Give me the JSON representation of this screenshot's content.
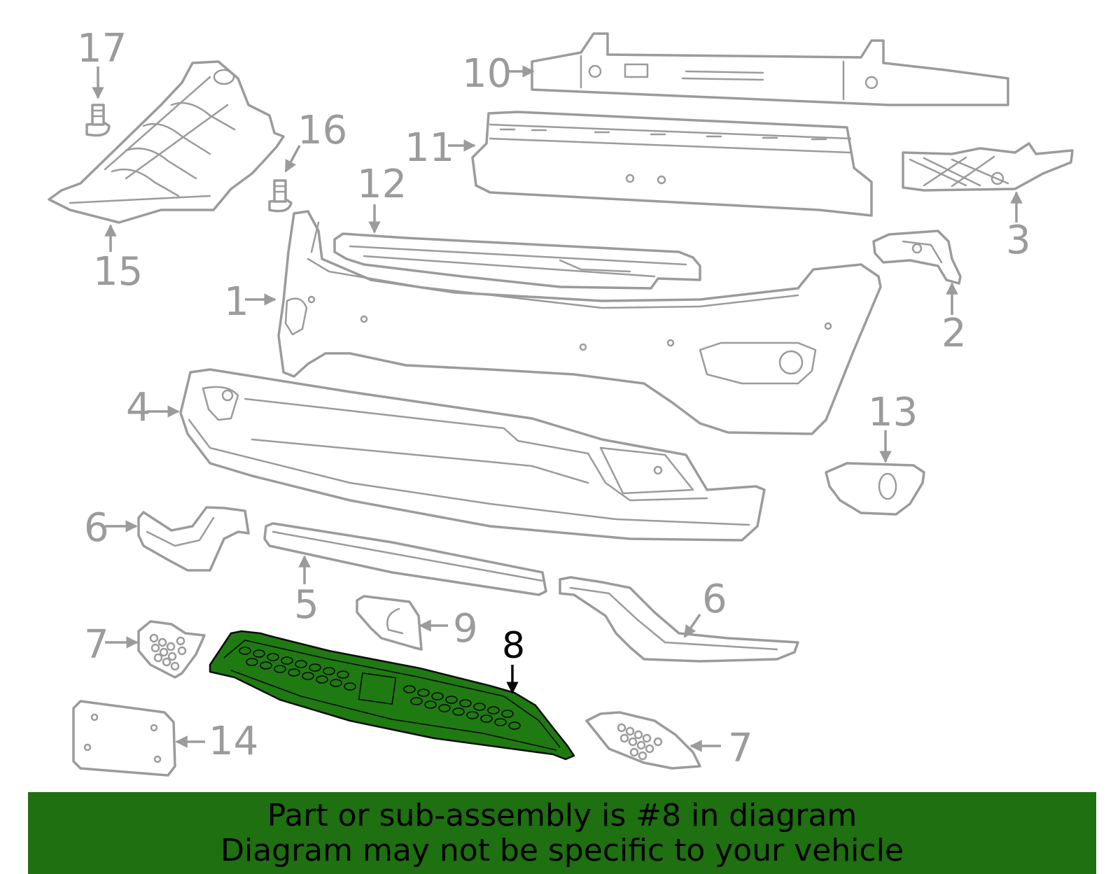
{
  "diagram": {
    "highlighted_part": "8",
    "highlight_color": "#1f7a12",
    "line_color": "#9b9b9b",
    "callouts": [
      "1",
      "2",
      "3",
      "4",
      "5",
      "6",
      "6",
      "7",
      "7",
      "8",
      "9",
      "10",
      "11",
      "12",
      "13",
      "14",
      "15",
      "16",
      "17"
    ]
  },
  "banner": {
    "line1": "Part or sub-assembly is #8 in diagram",
    "line2": "Diagram may not be specific to your vehicle",
    "background": "#1e7011"
  }
}
